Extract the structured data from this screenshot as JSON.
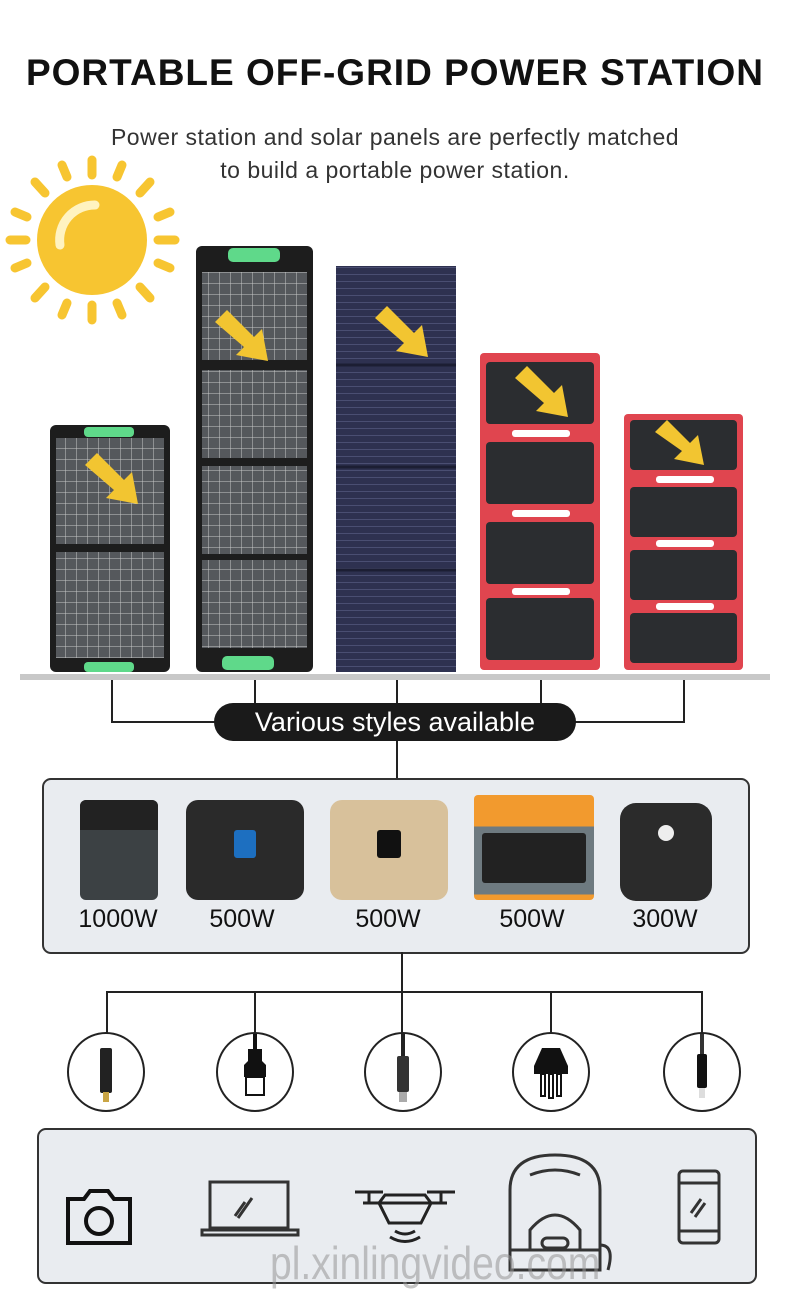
{
  "header": {
    "title": "PORTABLE OFF-GRID POWER STATION",
    "subtitle_line1": "Power station and solar panels are perfectly matched",
    "subtitle_line2": "to build a portable power station."
  },
  "panels_label": "Various styles available",
  "power_stations": [
    {
      "watt": "1000W",
      "color": "#3c4144"
    },
    {
      "watt": "500W",
      "color": "#2a2a2a"
    },
    {
      "watt": "500W",
      "color": "#d8c19b"
    },
    {
      "watt": "500W",
      "color": "#f29a2e"
    },
    {
      "watt": "300W",
      "color": "#2b2b2b"
    }
  ],
  "connectors": [
    "dc-barrel-plug-icon",
    "usb-a-plug-icon",
    "usb-c-plug-icon",
    "ac-plug-icon",
    "lightning-plug-icon"
  ],
  "devices": [
    "camera-icon",
    "laptop-icon",
    "drone-icon",
    "rice-cooker-icon",
    "smartphone-icon"
  ],
  "watermark": "pl.xinlingvideo.com",
  "colors": {
    "sun": "#f7c531",
    "arrow": "#f2c531",
    "handle": "#5fd98a",
    "red_frame": "#e0454f",
    "navy_panel": "#2e3150"
  }
}
